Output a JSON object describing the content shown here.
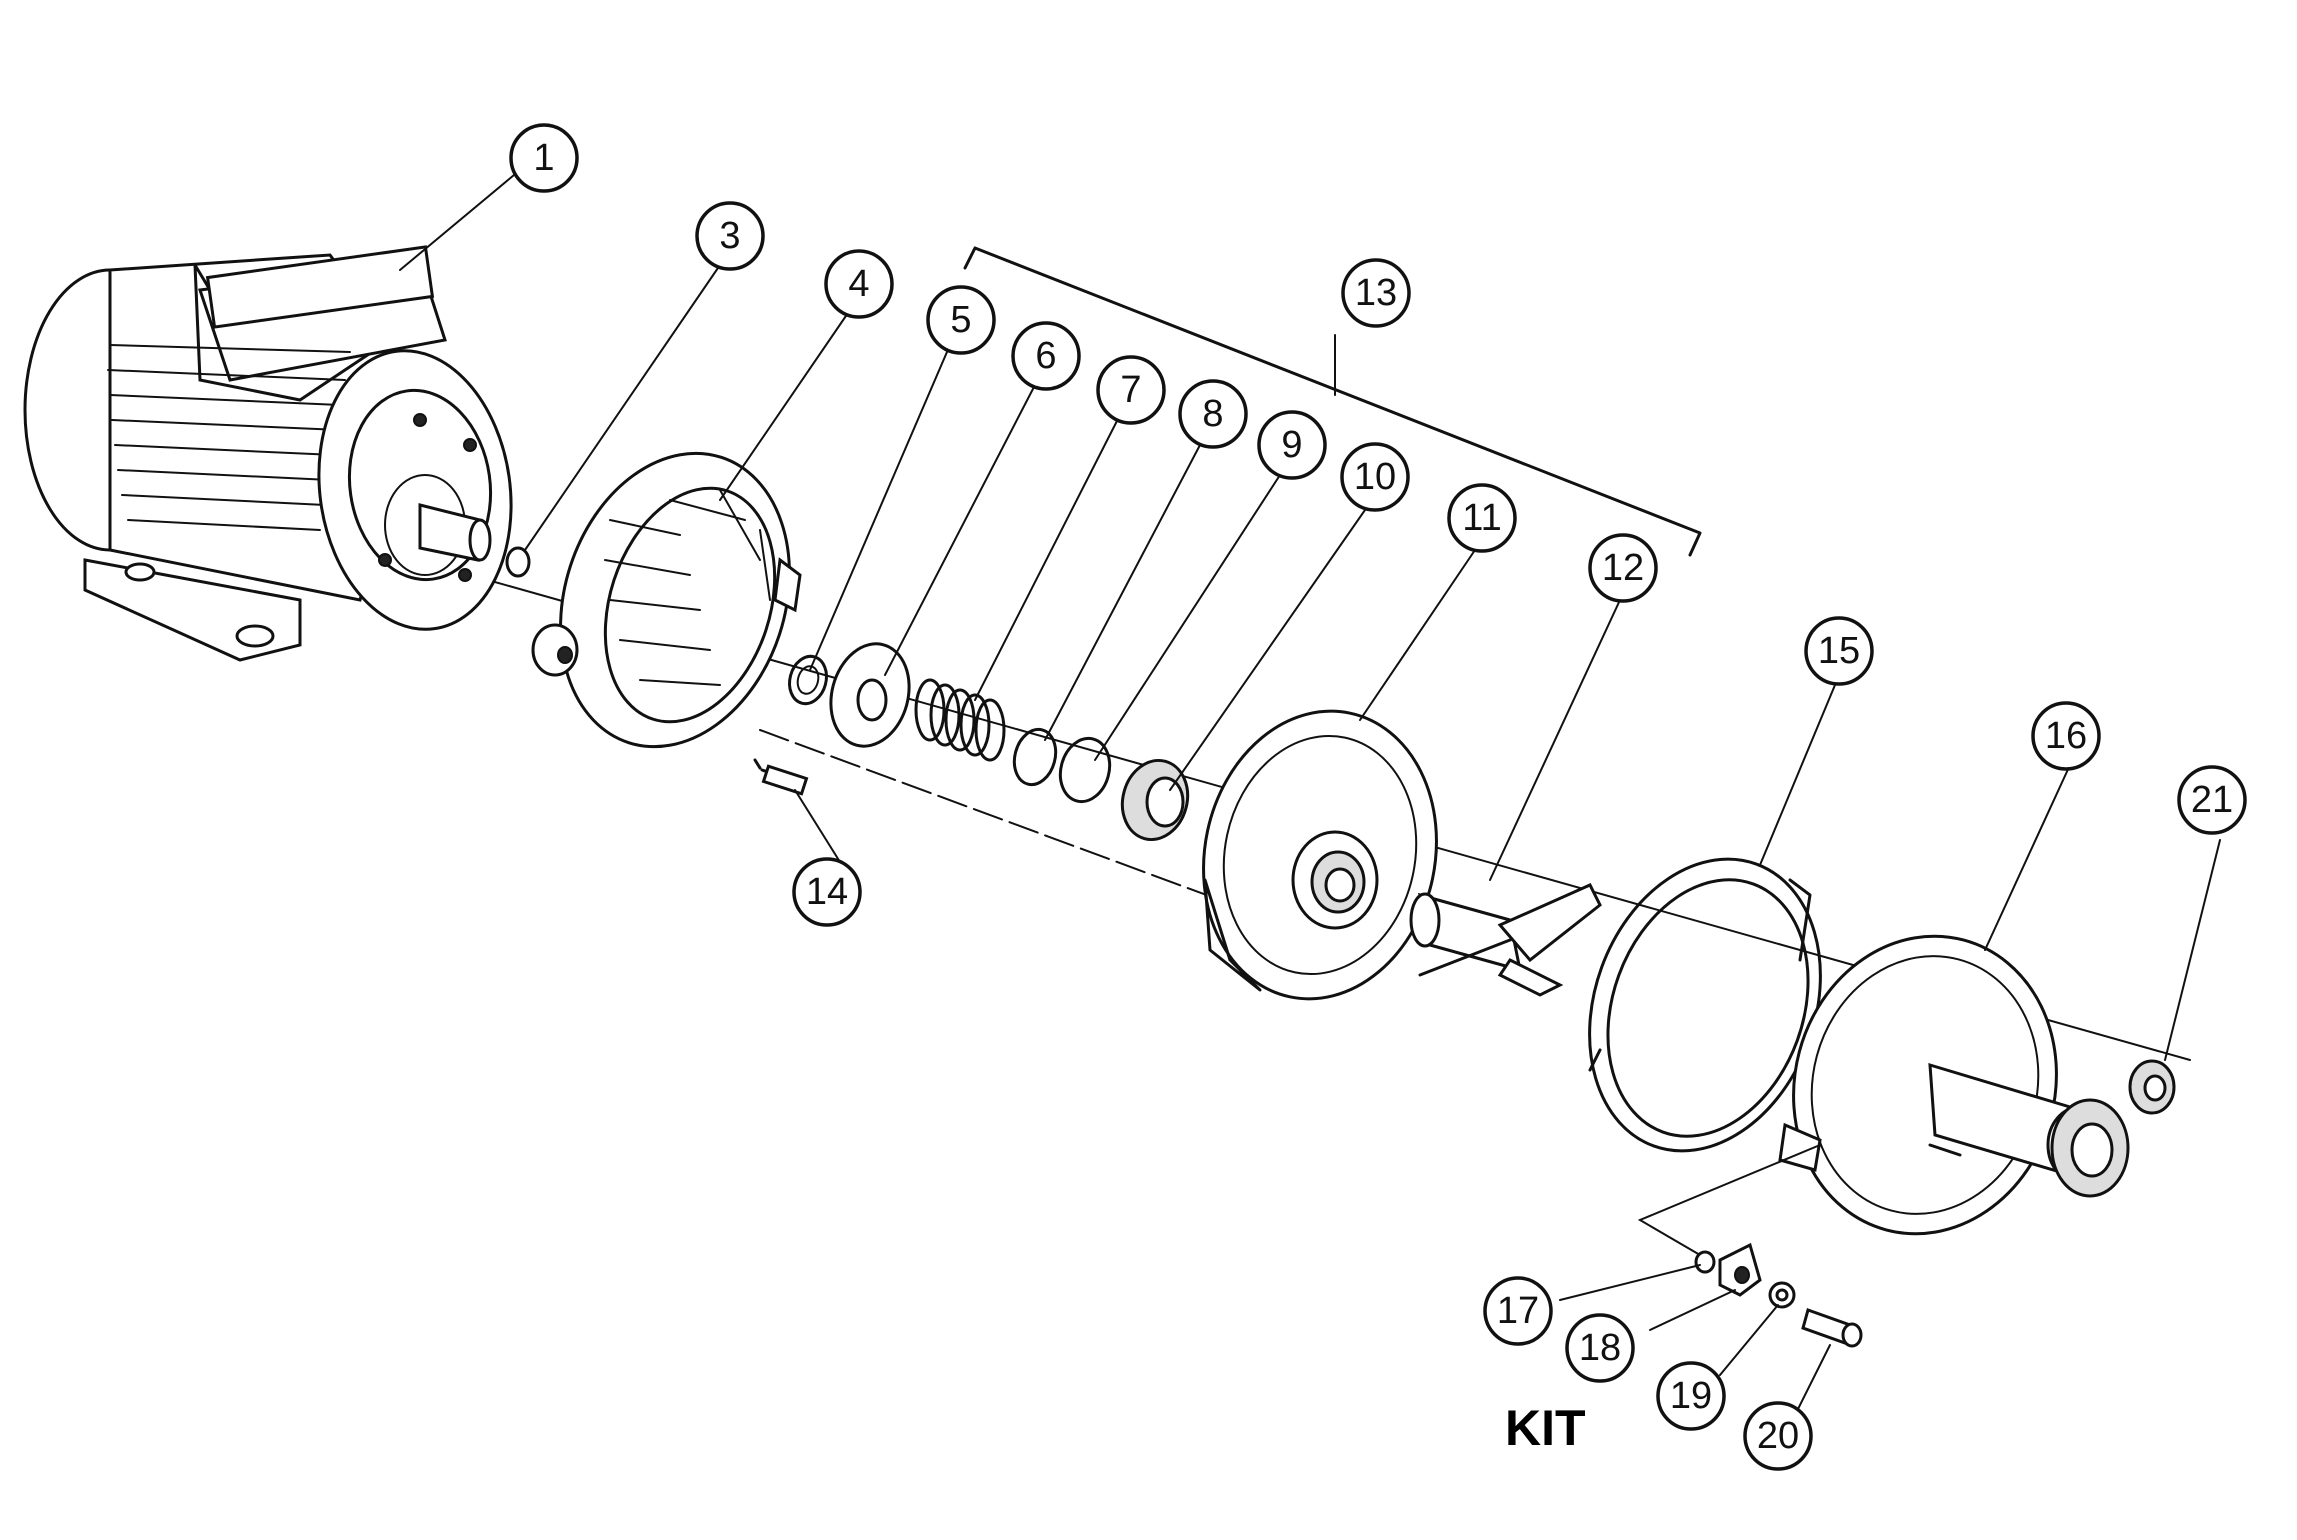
{
  "diagram": {
    "type": "exploded-parts-view",
    "kit_label": "KIT",
    "callouts": [
      "1",
      "3",
      "4",
      "5",
      "6",
      "7",
      "8",
      "9",
      "10",
      "11",
      "12",
      "13",
      "14",
      "15",
      "16",
      "17",
      "18",
      "19",
      "20",
      "21"
    ]
  }
}
